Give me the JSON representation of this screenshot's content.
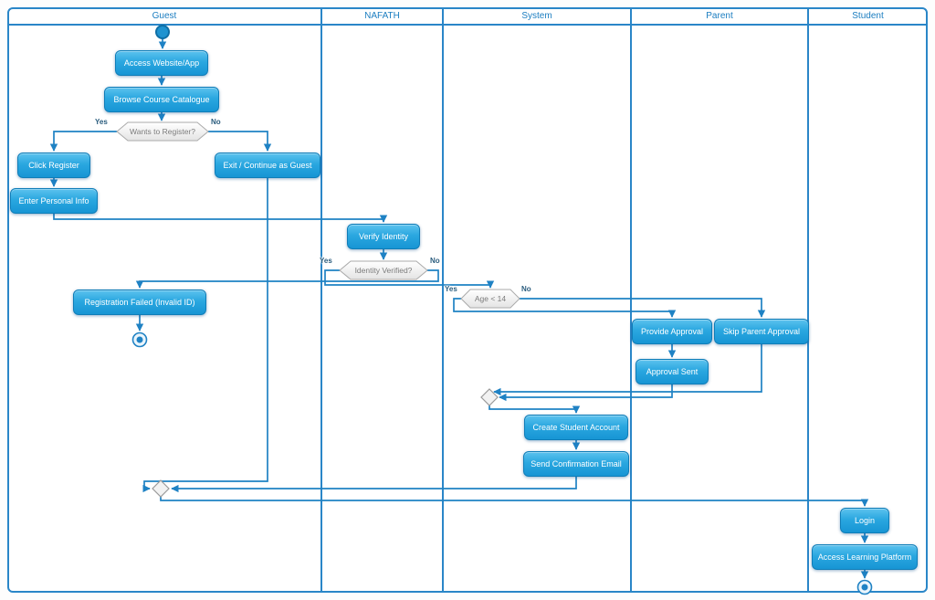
{
  "lanes": [
    {
      "label": "Guest"
    },
    {
      "label": "NAFATH"
    },
    {
      "label": "System"
    },
    {
      "label": "Parent"
    },
    {
      "label": "Student"
    }
  ],
  "nodes": {
    "start": "start",
    "access_website": "Access Website/App",
    "browse_catalogue": "Browse Course Catalogue",
    "wants_register": "Wants to Register?",
    "click_register": "Click Register",
    "enter_personal_info": "Enter Personal Info",
    "exit_guest": "Exit / Continue as Guest",
    "verify_identity": "Verify Identity",
    "identity_verified": "Identity Verified?",
    "registration_failed": "Registration Failed (Invalid ID)",
    "age_check": "Age < 14",
    "provide_approval": "Provide Approval",
    "skip_parent_approval": "Skip Parent Approval",
    "approval_sent": "Approval Sent",
    "create_student_account": "Create Student Account",
    "send_confirmation_email": "Send Confirmation Email",
    "login": "Login",
    "access_learning_platform": "Access Learning Platform"
  },
  "edges": [
    {
      "from": "start",
      "to": "access_website",
      "label": ""
    },
    {
      "from": "access_website",
      "to": "browse_catalogue",
      "label": ""
    },
    {
      "from": "browse_catalogue",
      "to": "wants_register",
      "label": ""
    },
    {
      "from": "wants_register",
      "to": "click_register",
      "label": "Yes"
    },
    {
      "from": "wants_register",
      "to": "exit_guest",
      "label": "No"
    },
    {
      "from": "click_register",
      "to": "enter_personal_info",
      "label": ""
    },
    {
      "from": "enter_personal_info",
      "to": "verify_identity",
      "label": ""
    },
    {
      "from": "verify_identity",
      "to": "identity_verified",
      "label": ""
    },
    {
      "from": "identity_verified",
      "to": "age_check",
      "label": "Yes"
    },
    {
      "from": "identity_verified",
      "to": "registration_failed",
      "label": "No"
    },
    {
      "from": "registration_failed",
      "to": "final_1",
      "label": ""
    },
    {
      "from": "age_check",
      "to": "provide_approval",
      "label": "Yes"
    },
    {
      "from": "age_check",
      "to": "skip_parent_approval",
      "label": "No"
    },
    {
      "from": "provide_approval",
      "to": "approval_sent",
      "label": ""
    },
    {
      "from": "approval_sent",
      "to": "merge_1",
      "label": ""
    },
    {
      "from": "skip_parent_approval",
      "to": "merge_1",
      "label": ""
    },
    {
      "from": "merge_1",
      "to": "create_student_account",
      "label": ""
    },
    {
      "from": "create_student_account",
      "to": "send_confirmation_email",
      "label": ""
    },
    {
      "from": "send_confirmation_email",
      "to": "merge_2",
      "label": ""
    },
    {
      "from": "exit_guest",
      "to": "merge_2",
      "label": ""
    },
    {
      "from": "merge_2",
      "to": "login",
      "label": ""
    },
    {
      "from": "login",
      "to": "access_learning_platform",
      "label": ""
    },
    {
      "from": "access_learning_platform",
      "to": "final_2",
      "label": ""
    }
  ],
  "colors": {
    "accent": "#2a86c8",
    "node_fill": "#29a8e0",
    "node_border": "#0f7db8",
    "lane_text": "#1b7dc0",
    "decision_text": "#7b7b7b",
    "edge": "#1f82c4"
  }
}
